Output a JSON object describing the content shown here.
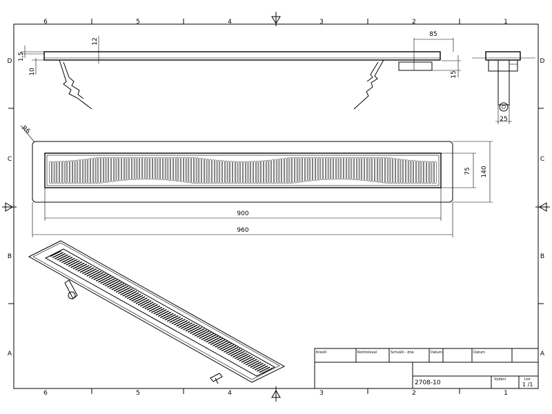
{
  "border": {
    "columns_top": [
      "6",
      "5",
      "4",
      "3",
      "2",
      "1"
    ],
    "columns_bottom": [
      "6",
      "5",
      "4",
      "3",
      "2",
      "1"
    ],
    "rows_left": [
      "D",
      "C",
      "B",
      "A"
    ],
    "rows_right": [
      "D",
      "C",
      "B",
      "A"
    ]
  },
  "dimensions": {
    "side_12": "12",
    "side_1_5": "1,5",
    "side_10": "10",
    "side_85": "85",
    "side_15": "15",
    "end_25": "25",
    "radius": "R6",
    "plan_75": "75",
    "plan_140": "140",
    "plan_900": "900",
    "plan_960": "960"
  },
  "title_block": {
    "kreslil": "Kreslil",
    "kontroloval": "Kontroloval",
    "schvalil": "Schválil - dne",
    "datum1": "Datum",
    "datum2": "Datum",
    "drawing_number": "2708-10",
    "vydani": "Vydání",
    "list_label": "List",
    "list_value": "1 /1"
  }
}
